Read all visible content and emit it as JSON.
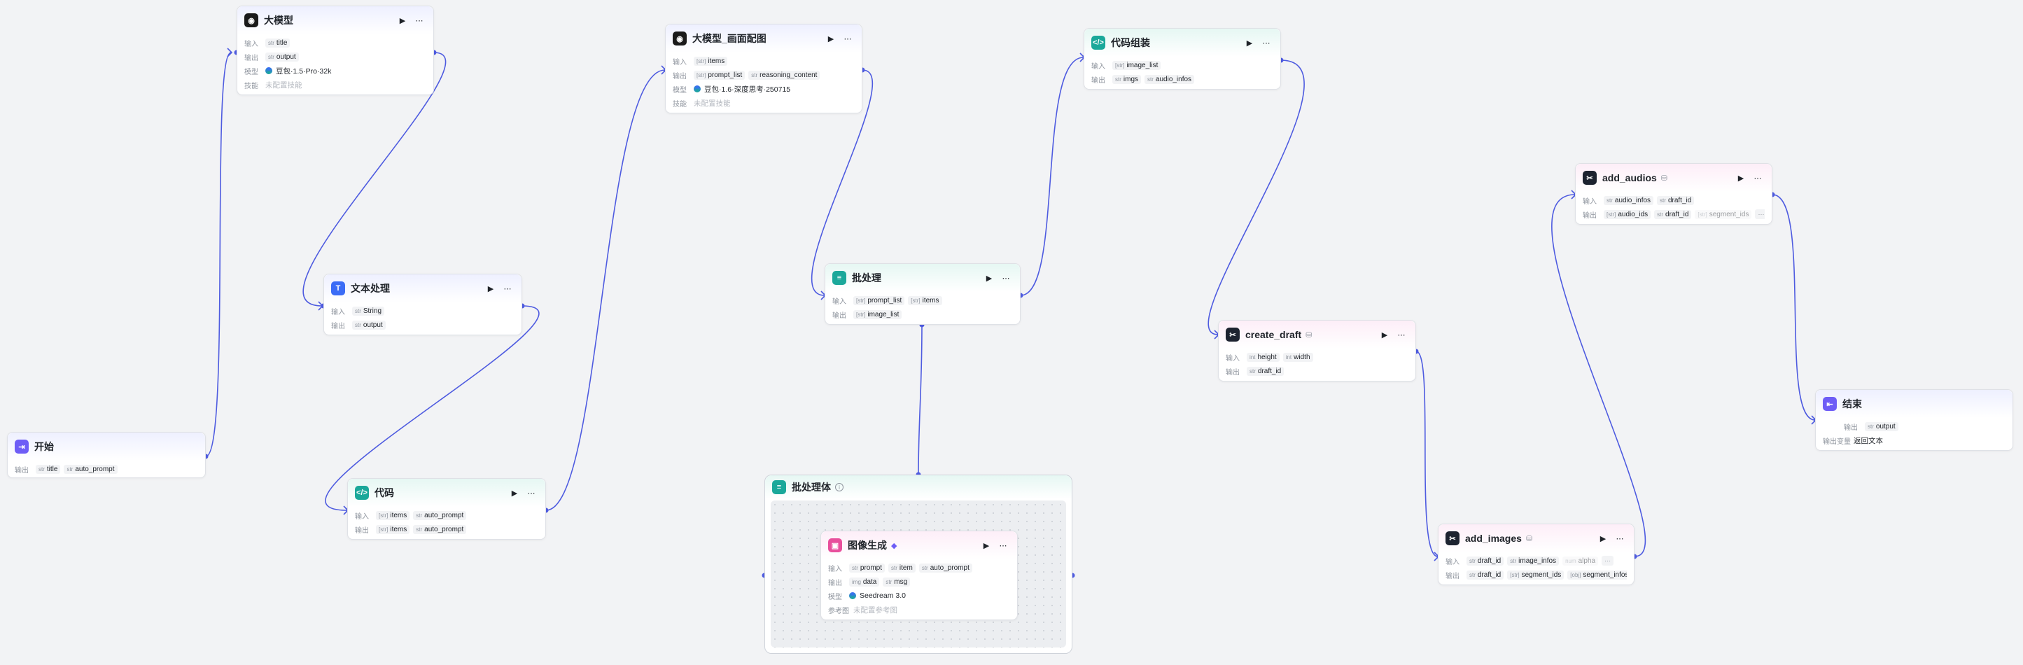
{
  "labels": {
    "input": "输入",
    "output": "输出",
    "model": "模型",
    "skill": "技能",
    "output_var": "输出变量",
    "ref_image": "参考图"
  },
  "nodes": {
    "llm": {
      "title": "大模型",
      "inputs": [
        "title"
      ],
      "outputs": [
        "output"
      ],
      "model": "豆包·1.5·Pro·32k",
      "skill": "未配置技能"
    },
    "text": {
      "title": "文本处理",
      "inputs": [
        "String"
      ],
      "outputs": [
        "output"
      ]
    },
    "start": {
      "title": "开始",
      "outputs": [
        "title",
        "auto_prompt"
      ]
    },
    "code": {
      "title": "代码",
      "inputs": [
        "items",
        "auto_prompt"
      ],
      "outputs": [
        "items",
        "auto_prompt"
      ]
    },
    "llm2": {
      "title": "大模型_画面配图",
      "inputs": [
        "items"
      ],
      "outputs": [
        "prompt_list",
        "reasoning_content"
      ],
      "model": "豆包·1.6·深度思考·250715",
      "skill": "未配置技能"
    },
    "batch": {
      "title": "批处理",
      "inputs": [
        "prompt_list",
        "items"
      ],
      "outputs": [
        "image_list"
      ]
    },
    "loop": {
      "title": "批处理体"
    },
    "imagegen": {
      "title": "图像生成",
      "inputs": [
        "prompt",
        "item",
        "auto_prompt"
      ],
      "outputs": [
        "data",
        "msg"
      ],
      "model": "Seedream 3.0",
      "ref": "未配置参考图"
    },
    "assemble": {
      "title": "代码组装",
      "inputs": [
        "image_list"
      ],
      "outputs": [
        "imgs",
        "audio_infos"
      ]
    },
    "draft": {
      "title": "create_draft",
      "inputs": [
        "height",
        "width"
      ],
      "outputs": [
        "draft_id"
      ]
    },
    "audios": {
      "title": "add_audios",
      "inputs": [
        "audio_infos",
        "draft_id"
      ],
      "outputs": [
        "audio_ids",
        "draft_id",
        "segment_ids"
      ]
    },
    "images": {
      "title": "add_images",
      "inputs": [
        "draft_id",
        "image_infos",
        "alpha"
      ],
      "outputs": [
        "draft_id",
        "segment_ids",
        "segment_infos"
      ]
    },
    "end": {
      "title": "结束",
      "outputs": [
        "output"
      ],
      "output_text": "返回文本"
    }
  },
  "colors": {
    "edge": "#4e5be0",
    "brand": "#6e5df6"
  },
  "icons": {
    "play": "play-icon",
    "more": "more-icon"
  }
}
